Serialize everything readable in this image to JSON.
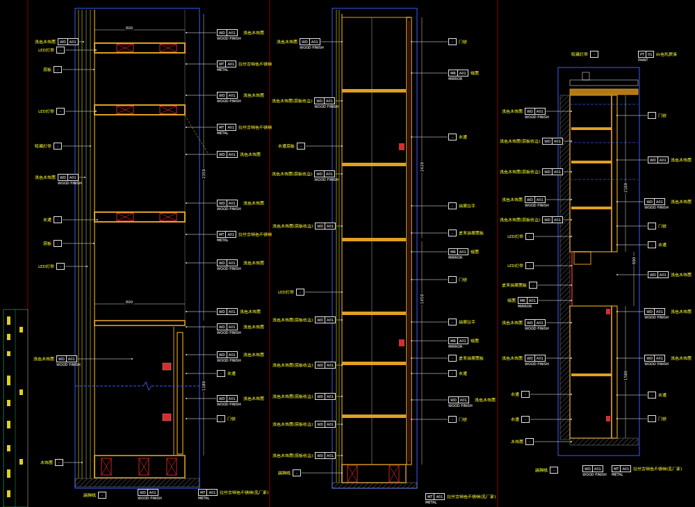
{
  "diagram": {
    "nodes": [
      {
        "text": [
          "浅色木饰面",
          "WD",
          "A01"
        ]
      },
      {
        "text": [
          "LED灯带",
          "-"
        ]
      },
      {
        "text": [
          "层板",
          "-"
        ]
      },
      {
        "text": [
          "LED灯带",
          "-"
        ]
      },
      {
        "text": [
          "暗藏灯带",
          "-"
        ]
      },
      {
        "text": [
          "浅色木饰面",
          "WD",
          "A01",
          "WOOD FINISH"
        ]
      },
      {
        "text": [
          "衣通",
          "-"
        ]
      },
      {
        "text": [
          "层板",
          "-"
        ]
      },
      {
        "text": [
          "LED灯带",
          "-"
        ]
      },
      {
        "text": [
          "浅色木饰面",
          "WD",
          "A01",
          "WOOD FINISH"
        ]
      },
      {
        "text": [
          "木饰面",
          "-"
        ]
      },
      {
        "text": [
          "踢脚线",
          "-"
        ]
      },
      {
        "text": [
          "WD",
          "A01",
          "WOOD FINISH"
        ]
      },
      {
        "text": [
          "拉丝古铜色不锈钢(见厂家)",
          "MT",
          "A01",
          "METAL"
        ]
      },
      {
        "text": [
          "浅色木饰面",
          "WD",
          "A01",
          "WOOD FINISH"
        ]
      },
      {
        "text": [
          "拉丝古铜色不锈钢",
          "MT",
          "A01",
          "METAL"
        ]
      },
      {
        "text": [
          "浅色木饰面",
          "WD",
          "A01",
          "WOOD FINISH"
        ]
      },
      {
        "text": [
          "拉丝古铜色不锈钢",
          "MT",
          "A01",
          "METAL"
        ]
      },
      {
        "text": [
          "浅色木饰面",
          "WD",
          "A01"
        ]
      },
      {
        "text": [
          "浅色木饰面",
          "WD",
          "A01",
          "WOOD FINISH"
        ]
      },
      {
        "text": [
          "拉丝古铜色不锈钢",
          "MT",
          "A01",
          "METAL"
        ]
      },
      {
        "text": [
          "浅色木饰面",
          "WD",
          "A01",
          "WOOD FINISH"
        ]
      },
      {
        "text": [
          "浅色木饰面",
          "WD",
          "A01"
        ]
      },
      {
        "text": [
          "浅色木饰面",
          "WD",
          "A01",
          "WOOD FINISH"
        ]
      },
      {
        "text": [
          "浅色木饰面",
          "WD",
          "A01",
          "WOOD FINISH"
        ]
      },
      {
        "text": [
          "衣通",
          "-"
        ]
      },
      {
        "text": [
          "浅色木饰面",
          "WD",
          "A01",
          "WOOD FINISH"
        ]
      },
      {
        "text": [
          "门铰",
          "-"
        ]
      },
      {
        "text": [
          "浅色木饰面",
          "WD",
          "A01",
          "WOOD FINISH"
        ]
      },
      {
        "text": [
          "浅色木饰面(层板收边)",
          "WD",
          "A01",
          "WOOD FINISH"
        ]
      },
      {
        "text": [
          "衣通层板",
          "-"
        ]
      },
      {
        "text": [
          "浅色木饰面(层板收边)",
          "WD",
          "A01",
          "WOOD FINISH"
        ]
      },
      {
        "text": [
          "浅色木饰面(层板收边)",
          "WD",
          "A01"
        ]
      },
      {
        "text": [
          "LED灯带",
          "-"
        ]
      },
      {
        "text": [
          "浅色木饰面(层板收边)",
          "WD",
          "A01"
        ]
      },
      {
        "text": [
          "浅色木饰面(层板收边)",
          "WD",
          "A01"
        ]
      },
      {
        "text": [
          "浅色木饰面(层板收边)",
          "WD",
          "A01"
        ]
      },
      {
        "text": [
          "浅色木饰面(层板收边)",
          "WD",
          "A01"
        ]
      },
      {
        "text": [
          "浅色木饰面(层板收边)",
          "WD",
          "A01"
        ]
      },
      {
        "text": [
          "踢脚线",
          "-"
        ]
      },
      {
        "text": [
          "门铰",
          "-"
        ]
      },
      {
        "text": [
          "镜面",
          "MR",
          "A01",
          "MIRROR"
        ]
      },
      {
        "text": [
          "衣通",
          "-"
        ]
      },
      {
        "text": [
          "抽屉拉手",
          "-"
        ]
      },
      {
        "text": [
          "皮革抽屉面板",
          "-"
        ]
      },
      {
        "text": [
          "镜面",
          "MR",
          "A01",
          "MIRROR"
        ]
      },
      {
        "text": [
          "门铰",
          "-"
        ]
      },
      {
        "text": [
          "抽屉拉手",
          "-"
        ]
      },
      {
        "text": [
          "镜面",
          "MR",
          "A01",
          "MIRROR"
        ]
      },
      {
        "text": [
          "皮革抽屉面板",
          "-"
        ]
      },
      {
        "text": [
          "衣通",
          "-"
        ]
      },
      {
        "text": [
          "浅色木饰面",
          "WD",
          "A01",
          "WOOD FINISH"
        ]
      },
      {
        "text": [
          "门铰",
          "-"
        ]
      },
      {
        "text": [
          "拉丝古铜色不锈钢(见厂家)",
          "MT",
          "A01",
          "METAL"
        ]
      },
      {
        "text": [
          "暗藏灯带",
          "-"
        ]
      },
      {
        "text": [
          "白色乳胶漆",
          "PT",
          "01",
          "PAINT"
        ]
      },
      {
        "text": [
          "浅色木饰面",
          "WD",
          "A01",
          "WOOD FINISH"
        ]
      },
      {
        "text": [
          "浅色木饰面(层板收边)",
          "WD",
          "A01"
        ]
      },
      {
        "text": [
          "浅色木饰面(层板收边)",
          "WD",
          "A01"
        ]
      },
      {
        "text": [
          "浅色木饰面",
          "WD",
          "A01",
          "WOOD FINISH"
        ]
      },
      {
        "text": [
          "浅色木饰面(层板收边)",
          "WD",
          "A01"
        ]
      },
      {
        "text": [
          "LED灯带",
          "-"
        ]
      },
      {
        "text": [
          "LED灯带",
          "-"
        ]
      },
      {
        "text": [
          "皮革抽屉面板",
          "-"
        ]
      },
      {
        "text": [
          "镜面",
          "MR",
          "A01",
          "MIRROR"
        ]
      },
      {
        "text": [
          "浅色木饰面",
          "WD",
          "A01",
          "WOOD FINISH"
        ]
      },
      {
        "text": [
          "浅色木饰面",
          "WD",
          "A01",
          "WOOD FINISH"
        ]
      },
      {
        "text": [
          "衣通",
          "-"
        ]
      },
      {
        "text": [
          "衣通",
          "-"
        ]
      },
      {
        "text": [
          "木饰面",
          "-"
        ]
      },
      {
        "text": [
          "踢脚线",
          "-"
        ]
      },
      {
        "text": [
          "WD",
          "A01",
          "WOOD FINISH"
        ]
      },
      {
        "text": [
          "拉丝古铜色不锈钢(见厂家)",
          "MT",
          "A01",
          "METAL"
        ]
      },
      {
        "text": [
          "门铰",
          "-"
        ]
      },
      {
        "text": [
          "浅色木饰面",
          "WD",
          "A01"
        ]
      },
      {
        "text": [
          "浅色木饰面",
          "WD",
          "A01",
          "WOOD FINISH"
        ]
      },
      {
        "text": [
          "门铰",
          "-"
        ]
      },
      {
        "text": [
          "衣通",
          "-"
        ]
      },
      {
        "text": [
          "浅色木饰面",
          "WD",
          "A01"
        ]
      },
      {
        "text": [
          "浅色木饰面",
          "WD",
          "A01",
          "WOOD FINISH"
        ]
      },
      {
        "text": [
          "浅色木饰面",
          "WD",
          "A01",
          "WOOD FINISH"
        ]
      },
      {
        "text": [
          "衣通",
          "-"
        ]
      },
      {
        "text": [
          "门铰",
          "-"
        ]
      }
    ],
    "labels": [
      "800",
      "800",
      "2350",
      "1180",
      "2420",
      "1450",
      "2160",
      "1580",
      "600"
    ]
  }
}
